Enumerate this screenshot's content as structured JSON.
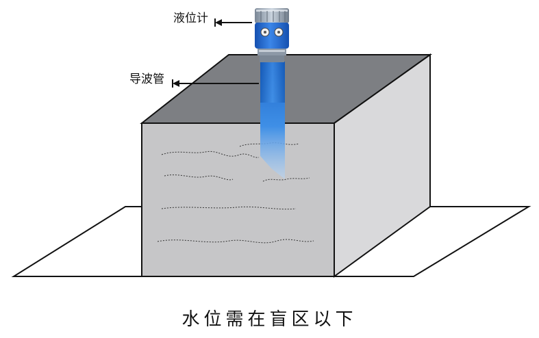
{
  "labels": {
    "level_meter": "液位计",
    "guide_tube": "导波管"
  },
  "caption": "水位需在盲区以下",
  "colors": {
    "tank_top": "#7d7f83",
    "tank_front": "#c6c6c8",
    "tank_side": "#d9d9db",
    "meter_blue": "#1f6fd0",
    "outline": "#111111"
  }
}
